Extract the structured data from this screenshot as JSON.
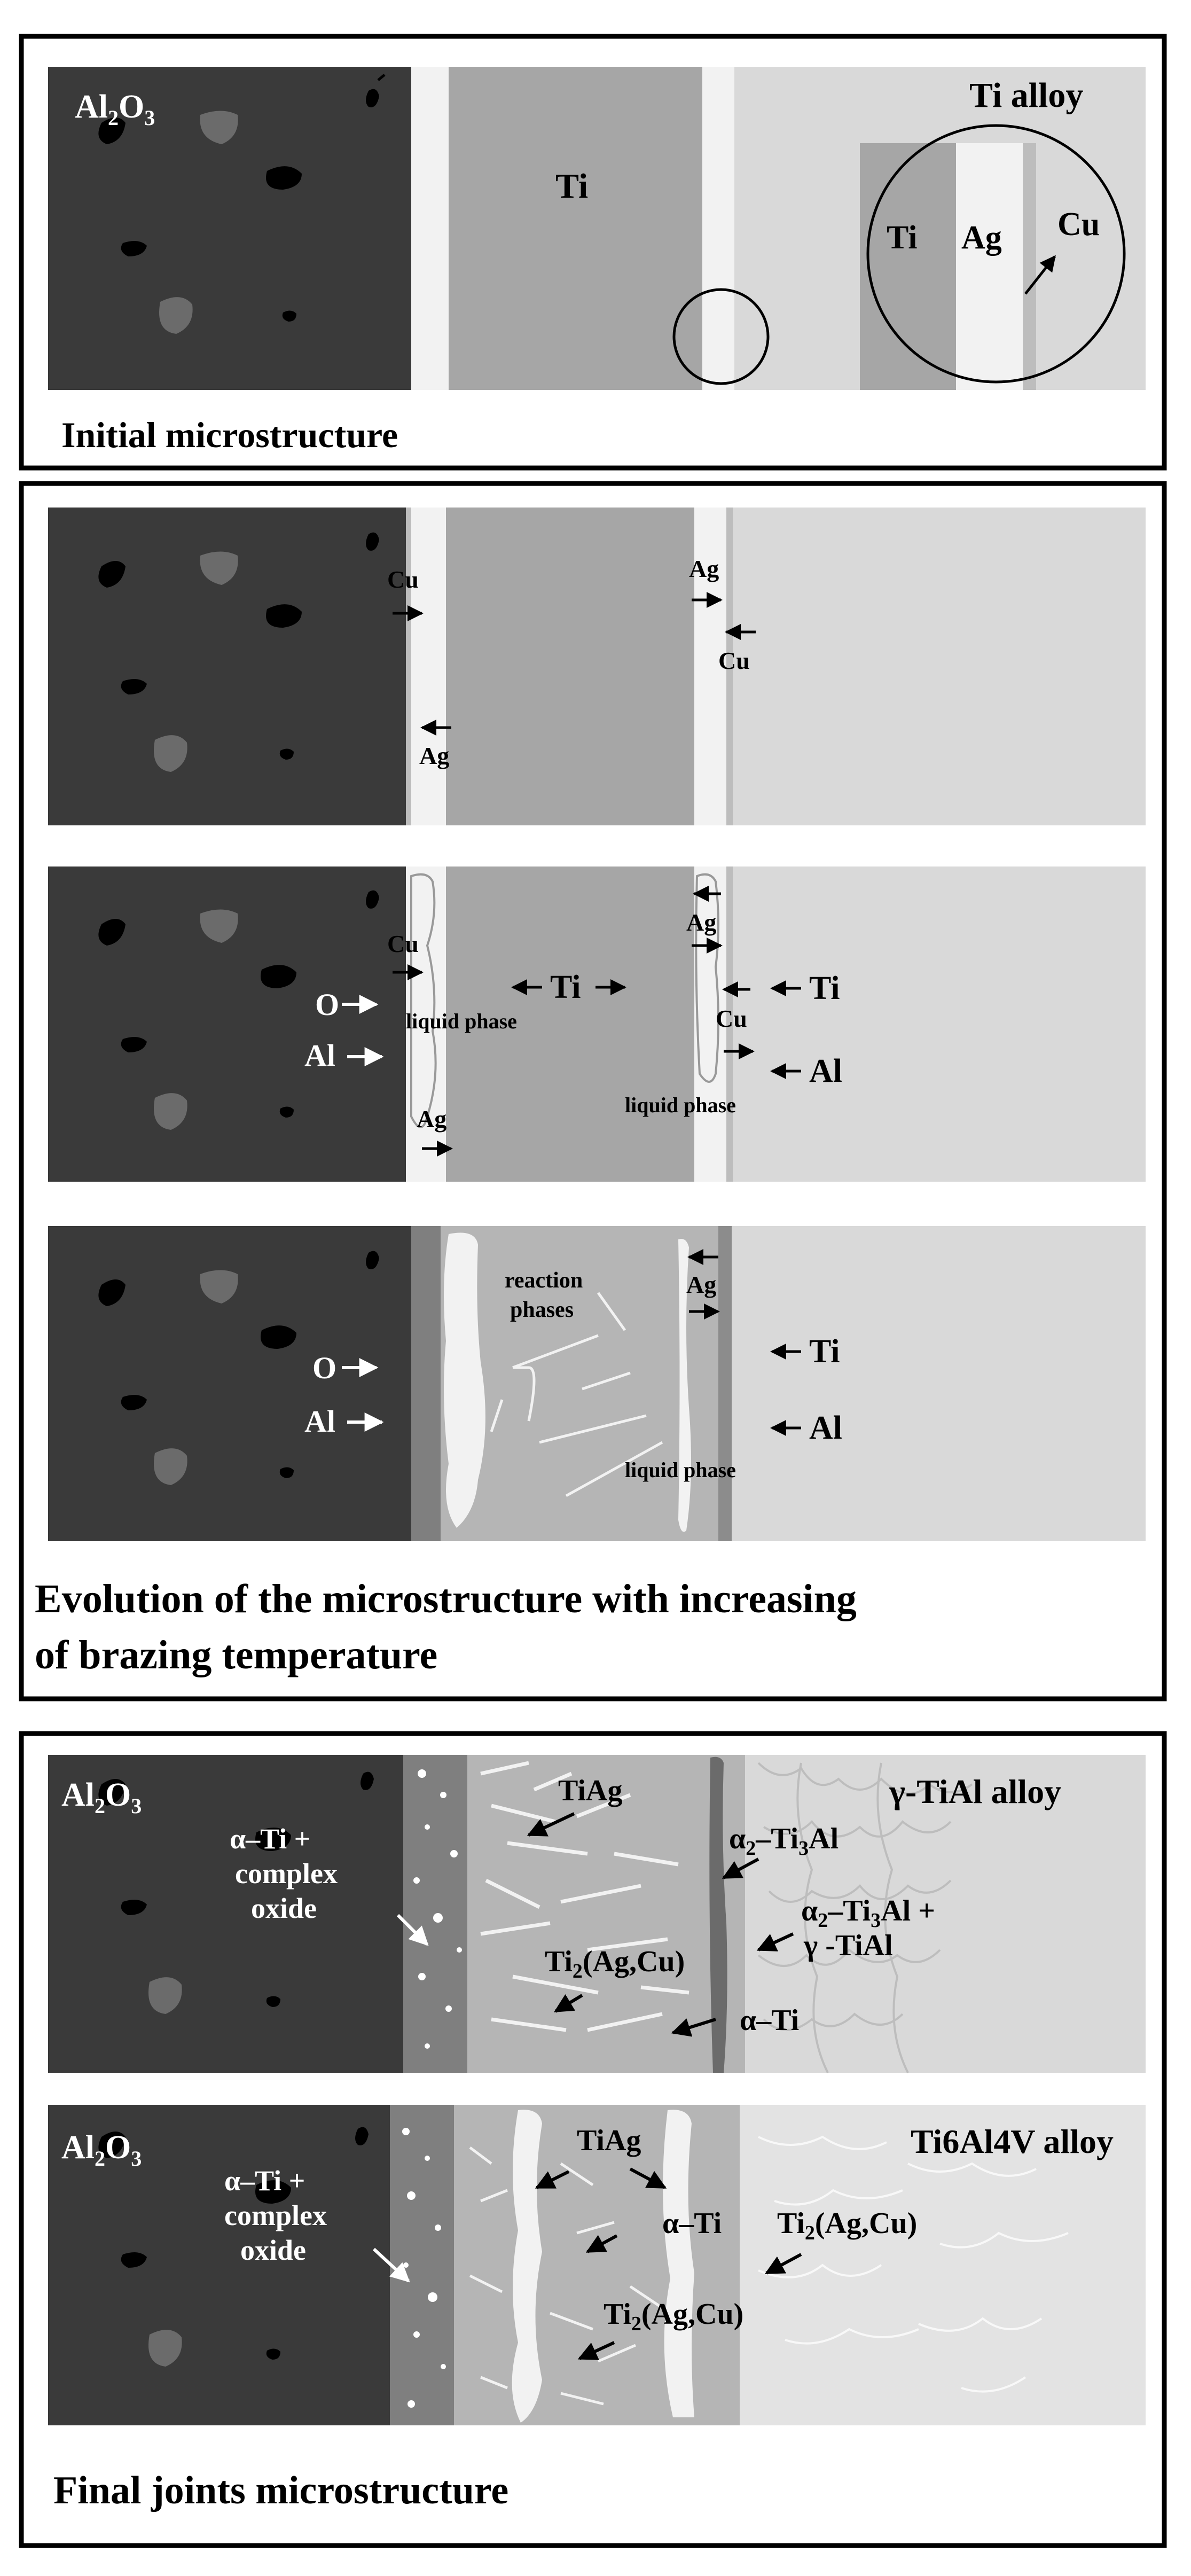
{
  "captions": {
    "initial": "Initial microstructure",
    "evolution_line1": "Evolution of the microstructure with increasing",
    "evolution_line2": "of brazing temperature",
    "final": "Final joints microstructure"
  },
  "panel1": {
    "ceramic": "Al",
    "ceramic_sub": "2",
    "ceramic_tail": "O",
    "ceramic_sub2": "3",
    "interlayer": "Ti",
    "alloy": "Ti alloy",
    "zoom_ti": "Ti",
    "zoom_ag": "Ag",
    "zoom_cu": "Cu"
  },
  "stage1": {
    "cu_left": "Cu",
    "ag_left": "Ag",
    "ag_right": "Ag",
    "cu_right": "Cu"
  },
  "stage2": {
    "o": "O",
    "al_left": "Al",
    "cu_left": "Cu",
    "ag_left": "Ag",
    "liquid_left": "liquid phase",
    "ti_center": "Ti",
    "ag_right": "Ag",
    "cu_right": "Cu",
    "ti_right": "Ti",
    "al_right": "Al",
    "liquid_right": "liquid phase"
  },
  "stage3": {
    "o": "O",
    "al_left": "Al",
    "reaction": "reaction",
    "phases": "phases",
    "ag_right": "Ag",
    "ti_right": "Ti",
    "al_right": "Al",
    "liquid": "liquid phase"
  },
  "final_tial": {
    "ceramic": "Al",
    "ceramic_sub": "2",
    "ceramic_tail": "O",
    "ceramic_sub2": "3",
    "alpha_ti_plus": "α–Ti +",
    "complex": "complex",
    "oxide": "oxide",
    "tiag": "TiAg",
    "alloy": "γ-TiAl alloy",
    "alpha2": "α",
    "alpha2_sub": "2",
    "ti3al": "–Ti",
    "ti3al_sub": "3",
    "ti3al_tail": "Al",
    "mix1_a": "α",
    "mix1_sub": "2",
    "mix1_b": "–Ti",
    "mix1_sub2": "3",
    "mix1_c": "Al +",
    "mix2": "γ -TiAl",
    "ti2": "Ti",
    "ti2_sub": "2",
    "ti2_tail": "(Ag,Cu)",
    "alpha_ti": "α–Ti"
  },
  "final_ti64": {
    "ceramic": "Al",
    "ceramic_sub": "2",
    "ceramic_tail": "O",
    "ceramic_sub2": "3",
    "alpha_ti_plus": "α–Ti +",
    "complex": "complex",
    "oxide": "oxide",
    "tiag": "TiAg",
    "alloy": "Ti6Al4V alloy",
    "alpha_ti": "α–Ti",
    "ti2_right": "Ti",
    "ti2_right_sub": "2",
    "ti2_right_tail": "(Ag,Cu)",
    "ti2_low": "Ti",
    "ti2_low_sub": "2",
    "ti2_low_tail": "(Ag,Cu)"
  },
  "colors": {
    "ceramic": "#3a3a3a",
    "titanium": "#a6a6a6",
    "silver": "#f2f2f2",
    "alloy": "#d9d9d9",
    "frame": "#000000"
  }
}
